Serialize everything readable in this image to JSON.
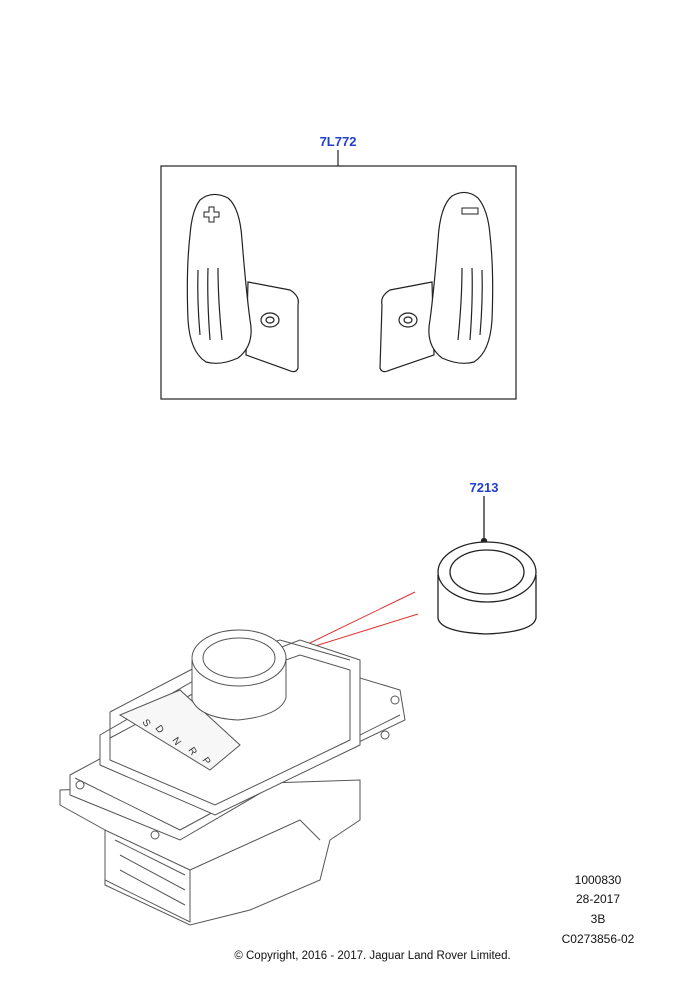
{
  "callouts": {
    "paddles": "7L772",
    "knob": "7213"
  },
  "info": {
    "line1": "1000830",
    "line2": "28-2017",
    "line3": "3B",
    "line4": "C0273856-02"
  },
  "copyright": "© Copyright, 2016 - 2017. Jaguar Land Rover Limited.",
  "colors": {
    "callout": "#1f3fd1",
    "leader_red": "#e03030"
  }
}
